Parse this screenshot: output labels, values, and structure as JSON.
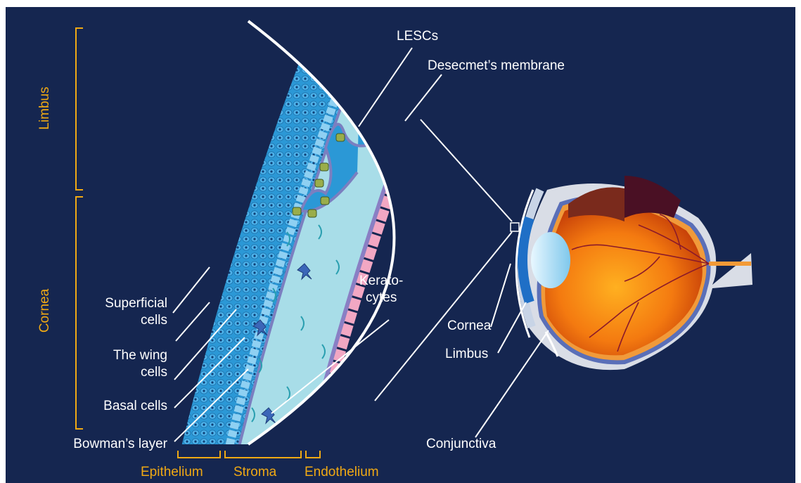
{
  "labels": {
    "lescs": "LESCs",
    "descemet": "Desecmet’s membrane",
    "keratocytes": "Kerato-\ncytes",
    "superficial": "Superficial\ncells",
    "wing": "The wing\ncells",
    "basal": "Basal cells",
    "bowman": "Bowman’s layer",
    "cornea_right": "Cornea",
    "limbus_right": "Limbus",
    "conjunctiva": "Conjunctiva"
  },
  "regions": {
    "limbus": "Limbus",
    "cornea": "Cornea"
  },
  "layers": {
    "epithelium": "Epithelium",
    "stroma": "Stroma",
    "endothelium": "Endothelium"
  },
  "colors": {
    "background": "#152650",
    "accent": "#f0a914",
    "epithelium": "#2a9bd8",
    "stroma": "#a8dde8",
    "endothelium": "#f2a7c3",
    "stem_cells": "#9aad4a"
  }
}
